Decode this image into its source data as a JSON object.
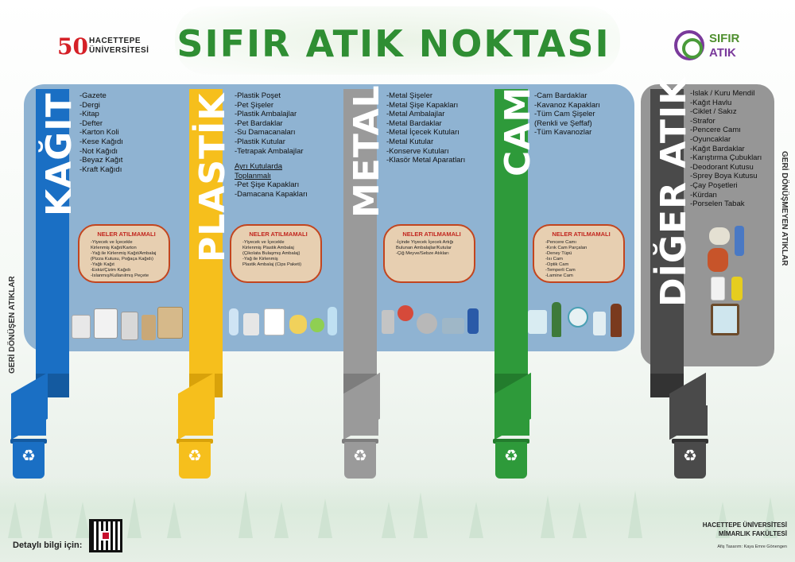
{
  "header": {
    "title": "SIFIR ATIK NOKTASI",
    "university_logo": {
      "number": "50",
      "line1": "HACETTEPE",
      "line2": "ÜNİVERSİTESİ"
    },
    "zero_waste_logo": {
      "line1": "SIFIR",
      "line2": "ATIK"
    }
  },
  "side_labels": {
    "left": "GERİ DÖNÜŞEN ATIKLAR",
    "right": "GERİ DÖNÜŞMEYEN ATIKLAR"
  },
  "columns": [
    {
      "title": "KAĞIT",
      "color": "#1a6fc4",
      "dark": "#145aa0",
      "items": [
        "-Gazete",
        "-Dergi",
        "-Kitap",
        "-Defter",
        "-Karton Koli",
        "-Kese Kağıdı",
        "-Not Kağıdı",
        "-Beyaz Kağıt",
        "-Kraft Kağıdı"
      ],
      "neler_title": "NELER ATILMAMALI",
      "neler_items": [
        "-Yiyecek ve İçecekle",
        "Kirlenmiş Kağıt/Karton",
        "-Yağ ile Kirlenmiş Kağıt/Ambalaj",
        "(Pizza Kutusu, Poğaça Kağıdı)",
        "-Yağlı Kağıt",
        "-Eskiz/Çizim Kağıdı",
        "-Islanmış/Kullanılmış Peçete"
      ]
    },
    {
      "title": "PLASTİK",
      "color": "#f6bf1c",
      "dark": "#d9a20a",
      "items": [
        "-Plastik Poşet",
        "-Pet Şişeler",
        "-Plastik Ambalajlar",
        "-Pet Bardaklar",
        "-Su Damacanaları",
        "-Plastik Kutular",
        "-Tetrapak Ambalajlar"
      ],
      "extra_title_1": "Ayrı Kutularda",
      "extra_title_2": "Toplanmalı",
      "extra_items": [
        "-Pet Şişe Kapakları",
        "-Damacana Kapakları"
      ],
      "neler_title": "NELER ATILMAMALI",
      "neler_items": [
        "-Yiyecek ve İçecekle",
        "Kirlenmiş Plastik Ambalaj",
        "(Çikolata Bulaşmış Ambalaj)",
        "-Yağ ile Kirlenmiş",
        "Plastik Ambalaj (Cips Paketi)"
      ]
    },
    {
      "title": "METAL",
      "color": "#9a9a9a",
      "dark": "#7d7d7d",
      "items": [
        "-Metal Şişeler",
        "-Metal Şişe Kapakları",
        "-Metal Ambalajlar",
        "-Metal Bardaklar",
        "-Metal İçecek Kutuları",
        "-Metal Kutular",
        "-Konserve Kutuları",
        "-Klasör Metal Aparatları"
      ],
      "neler_title": "NELER ATILMAMALI",
      "neler_items": [
        "-İçinde Yiyecek İçecek Artığı",
        "Bulunan Ambalajlar/Kutular",
        "-Çiğ Meyve/Sebze Atıkları"
      ]
    },
    {
      "title": "CAM",
      "color": "#2e9a3a",
      "dark": "#237c2d",
      "items": [
        "-Cam Bardaklar",
        "-Kavanoz Kapakları",
        "-Tüm Cam Şişeler",
        "(Renkli ve Şeffaf)",
        "-Tüm Kavanozlar"
      ],
      "neler_title": "NELER ATILMAMALI",
      "neler_items": [
        "-Pencere Camı",
        "-Kırık Cam Parçaları",
        "-Deney Tüpü",
        "-Isı Cam",
        "-Optik Cam",
        "-Temperli Cam",
        "-Lamine Cam"
      ]
    }
  ],
  "other": {
    "title": "DİĞER ATIK",
    "color": "#4a4a4a",
    "items": [
      "-Islak / Kuru Mendil",
      "-Kağıt Havlu",
      "-Ciklet / Sakız",
      "-Strafor",
      "-Pencere Camı",
      "-Oyuncaklar",
      "-Kağıt Bardaklar",
      "-Karıştırma Çubukları",
      "-Deodorant Kutusu",
      "-Sprey Boya Kutusu",
      "-Çay Poşetleri",
      "-Kürdan",
      "-Porselen Tabak"
    ]
  },
  "footer": {
    "details": "Detaylı bilgi için:",
    "org_line1": "HACETTEPE ÜNİVERSİTESİ",
    "org_line2": "MİMARLIK FAKÜLTESİ",
    "credit": "Afiş Tasarım: Kaya Emre Gönengen"
  },
  "icons": {
    "recycle": "♻"
  }
}
